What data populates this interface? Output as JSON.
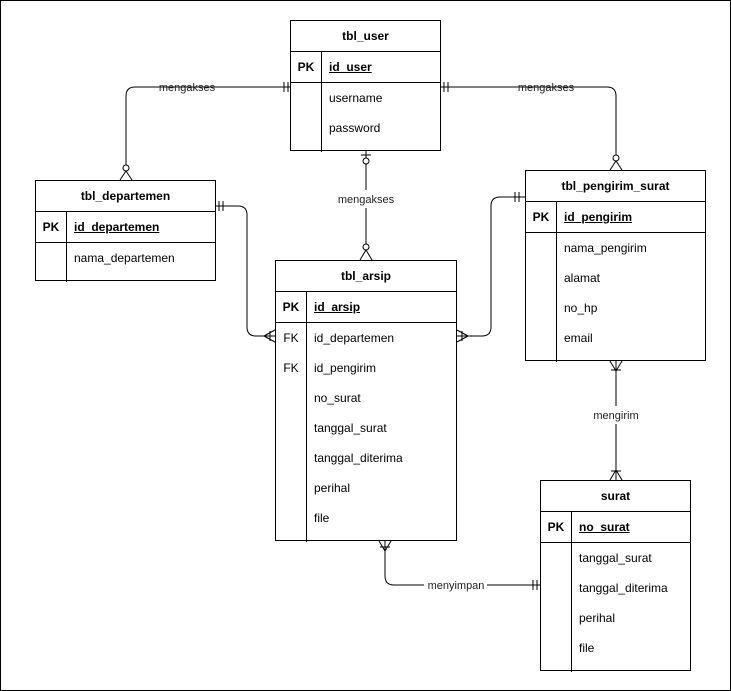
{
  "entities": {
    "tbl_user": {
      "title": "tbl_user",
      "pk": {
        "key": "PK",
        "name": "id_user"
      },
      "fields": [
        {
          "key": "",
          "name": "username"
        },
        {
          "key": "",
          "name": "password"
        }
      ]
    },
    "tbl_departemen": {
      "title": "tbl_departemen",
      "pk": {
        "key": "PK",
        "name": "id_departemen"
      },
      "fields": [
        {
          "key": "",
          "name": "nama_departemen"
        }
      ]
    },
    "tbl_pengirim_surat": {
      "title": "tbl_pengirim_surat",
      "pk": {
        "key": "PK",
        "name": "id_pengirim"
      },
      "fields": [
        {
          "key": "",
          "name": "nama_pengirim"
        },
        {
          "key": "",
          "name": "alamat"
        },
        {
          "key": "",
          "name": "no_hp"
        },
        {
          "key": "",
          "name": "email"
        }
      ]
    },
    "tbl_arsip": {
      "title": "tbl_arsip",
      "pk": {
        "key": "PK",
        "name": "id_arsip"
      },
      "fields": [
        {
          "key": "FK",
          "name": "id_departemen"
        },
        {
          "key": "FK",
          "name": "id_pengirim"
        },
        {
          "key": "",
          "name": "no_surat"
        },
        {
          "key": "",
          "name": "tanggal_surat"
        },
        {
          "key": "",
          "name": "tanggal_diterima"
        },
        {
          "key": "",
          "name": "perihal"
        },
        {
          "key": "",
          "name": "file"
        }
      ]
    },
    "surat": {
      "title": "surat",
      "pk": {
        "key": "PK",
        "name": "no_surat"
      },
      "fields": [
        {
          "key": "",
          "name": "tanggal_surat"
        },
        {
          "key": "",
          "name": "tanggal_diterima"
        },
        {
          "key": "",
          "name": "perihal"
        },
        {
          "key": "",
          "name": "file"
        }
      ]
    }
  },
  "relationships": [
    {
      "label": "mengakses"
    },
    {
      "label": "mengakses"
    },
    {
      "label": "mengakses"
    },
    {
      "label": "mengirim"
    },
    {
      "label": "menyimpan"
    }
  ]
}
